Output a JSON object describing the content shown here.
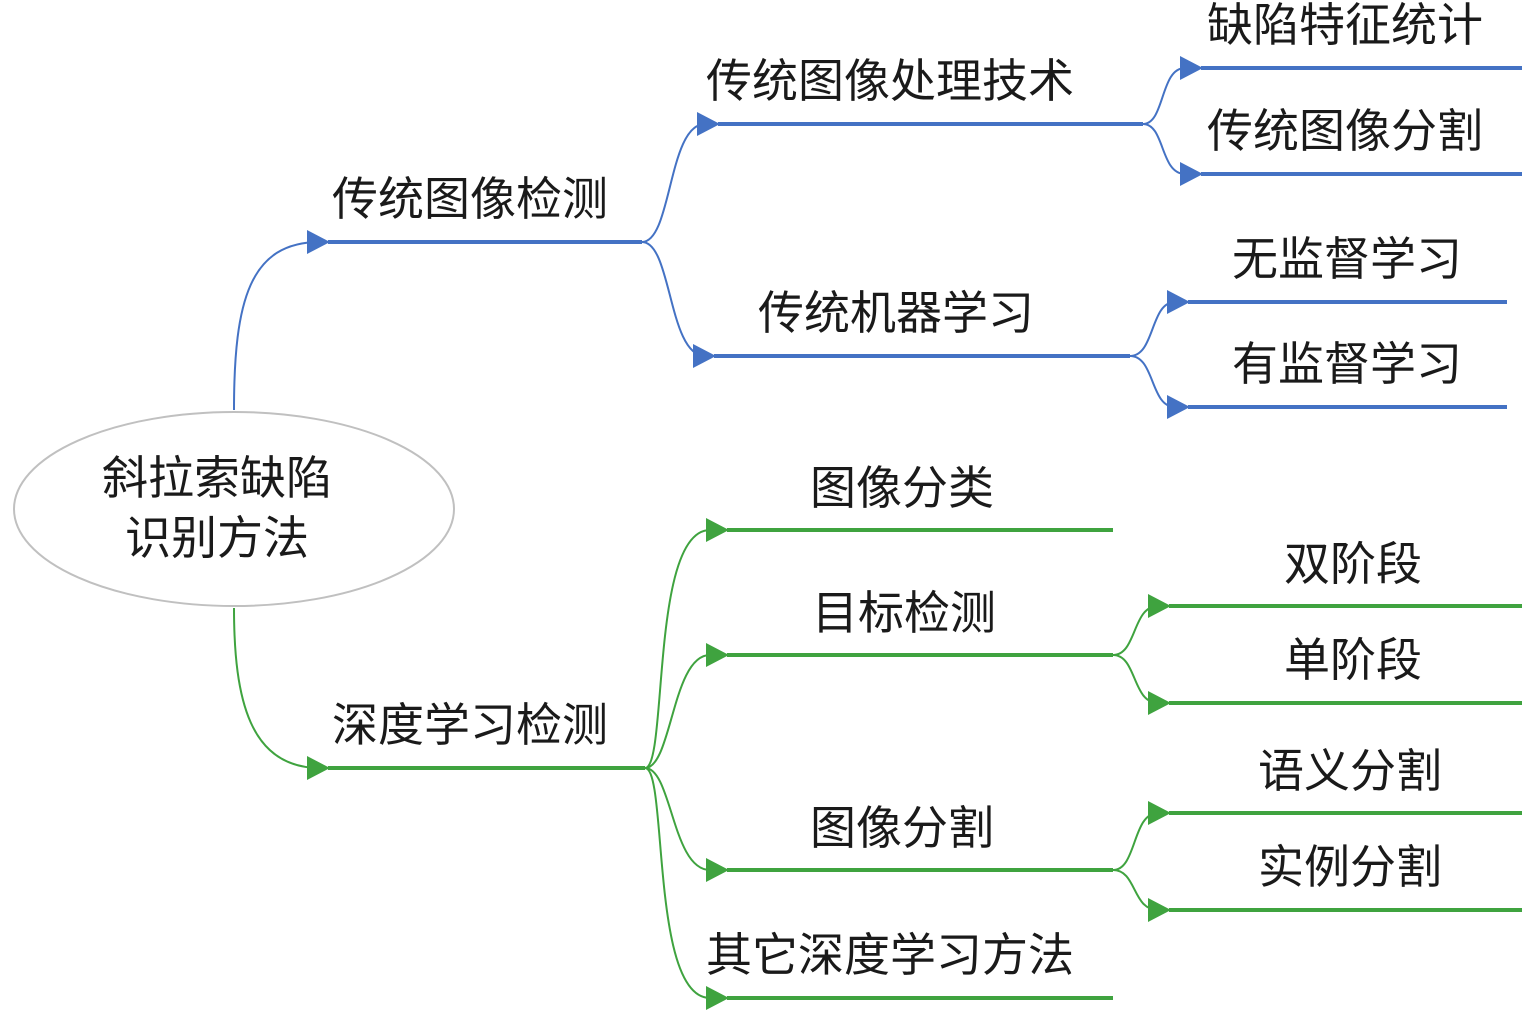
{
  "colors": {
    "blue": "#4472c4",
    "green": "#3fa33f",
    "root_border": "#c0c0c0"
  },
  "root": {
    "line1": "斜拉索缺陷",
    "line2": "识别方法"
  },
  "traditional": {
    "label": "传统图像检测",
    "image_processing": {
      "label": "传统图像处理技术",
      "children": [
        "缺陷特征统计",
        "传统图像分割"
      ]
    },
    "machine_learning": {
      "label": "传统机器学习",
      "children": [
        "无监督学习",
        "有监督学习"
      ]
    }
  },
  "deep": {
    "label": "深度学习检测",
    "classification": {
      "label": "图像分类"
    },
    "detection": {
      "label": "目标检测",
      "children": [
        "双阶段",
        "单阶段"
      ]
    },
    "segmentation": {
      "label": "图像分割",
      "children": [
        "语义分割",
        "实例分割"
      ]
    },
    "other": {
      "label": "其它深度学习方法"
    }
  }
}
